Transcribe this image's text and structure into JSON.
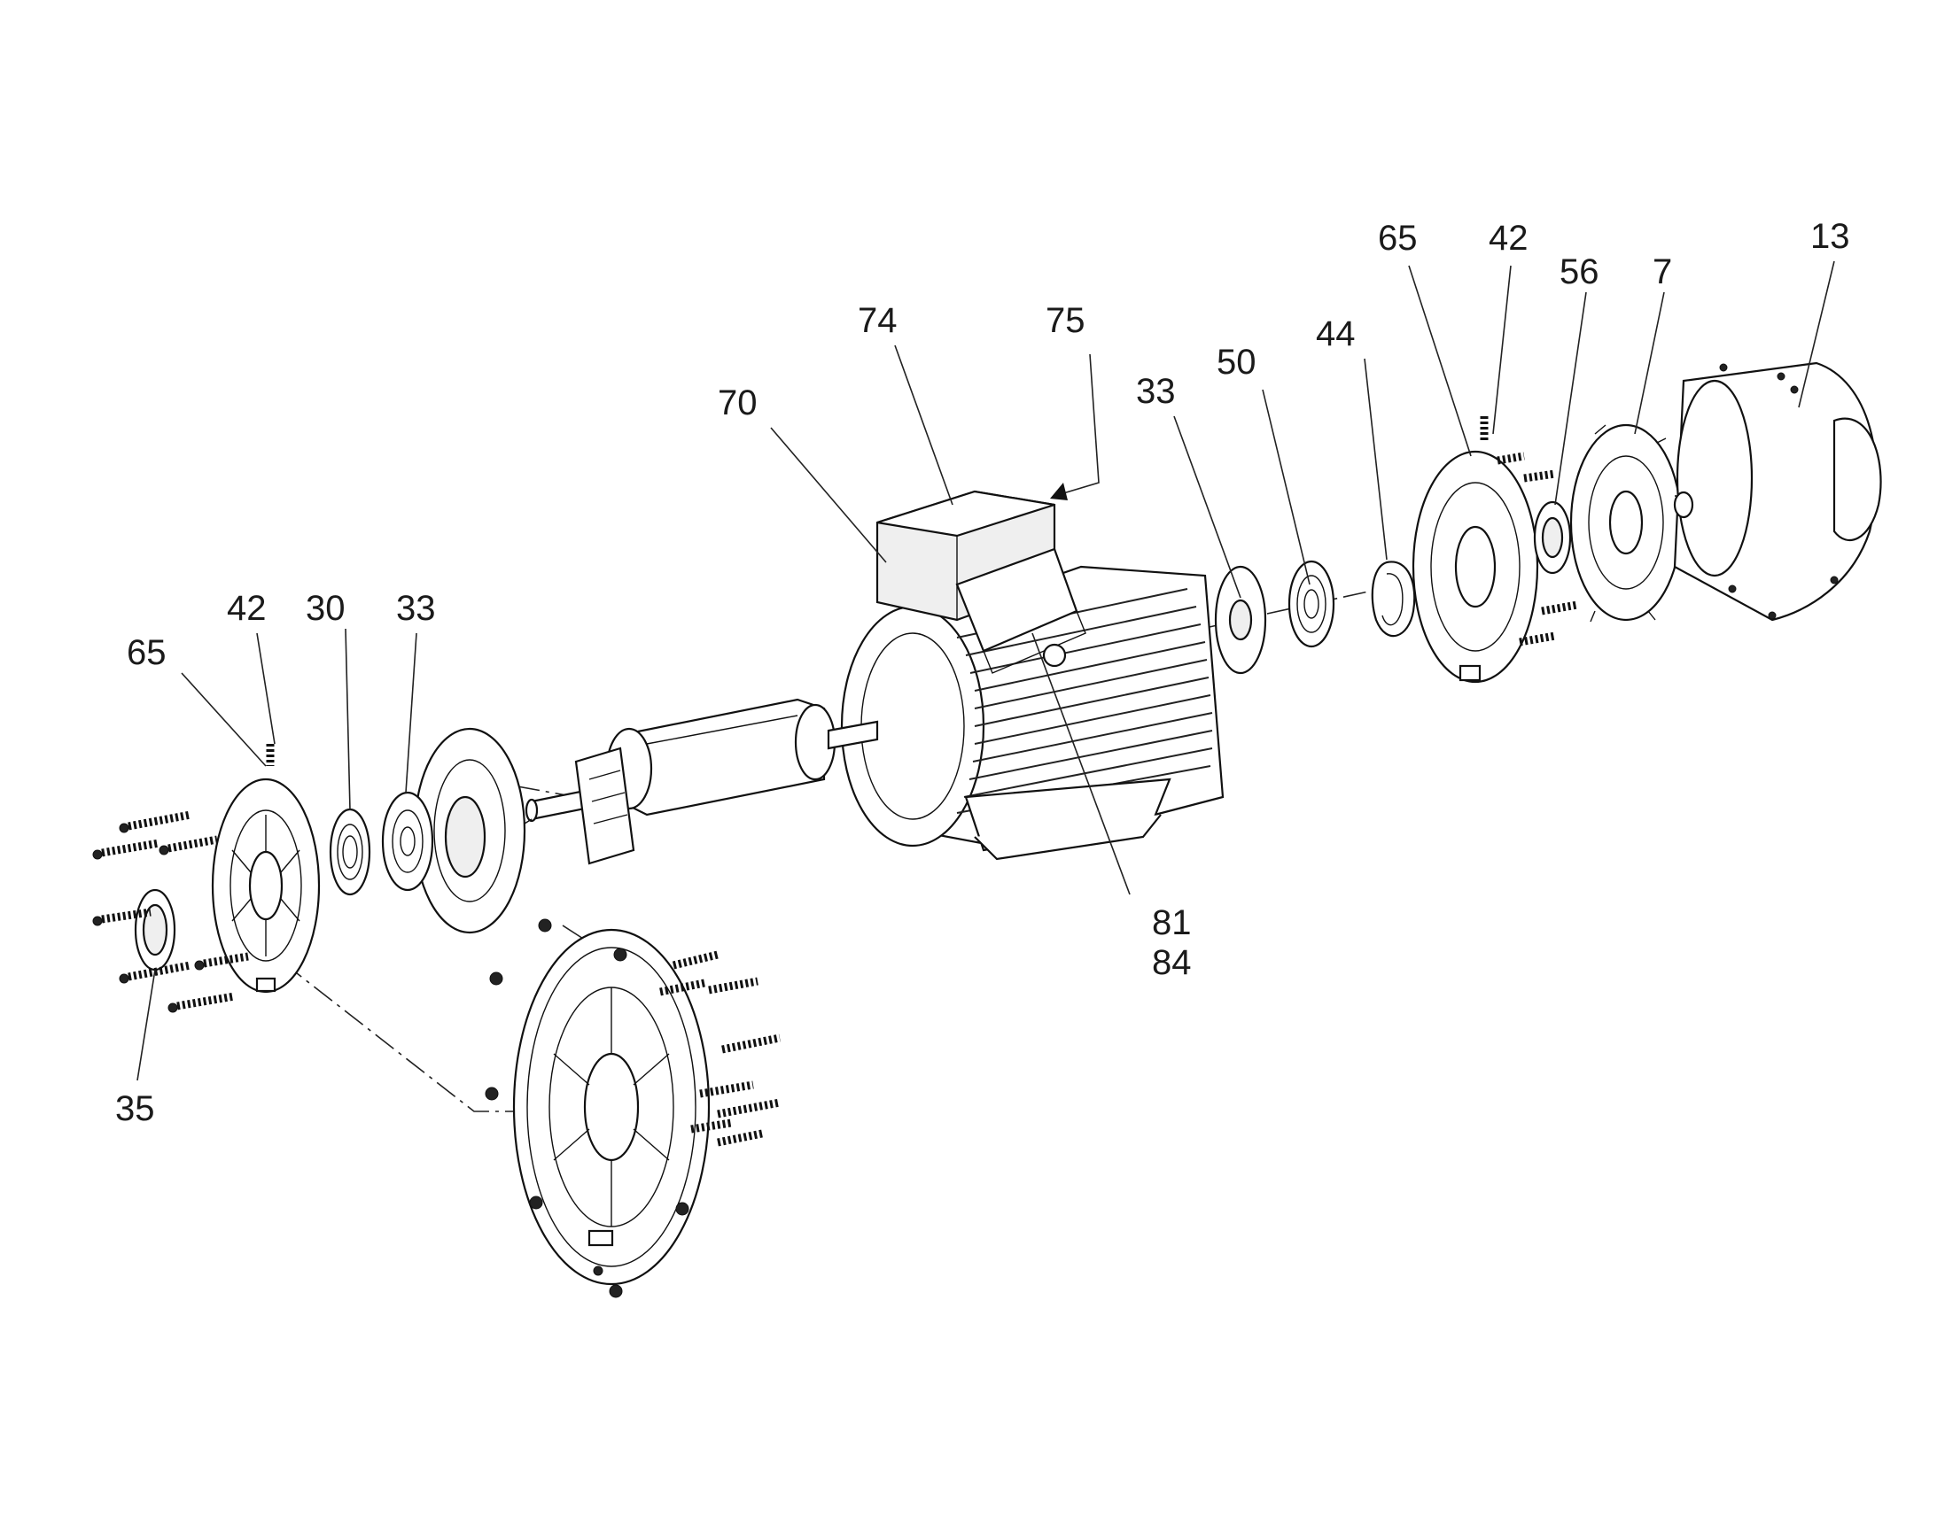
{
  "callouts": [
    {
      "id": "c70",
      "text": "70"
    },
    {
      "id": "c74",
      "text": "74"
    },
    {
      "id": "c75",
      "text": "75"
    },
    {
      "id": "c33r",
      "text": "33"
    },
    {
      "id": "c50",
      "text": "50"
    },
    {
      "id": "c44",
      "text": "44"
    },
    {
      "id": "c65r",
      "text": "65"
    },
    {
      "id": "c42r",
      "text": "42"
    },
    {
      "id": "c56",
      "text": "56"
    },
    {
      "id": "c7",
      "text": "7"
    },
    {
      "id": "c13",
      "text": "13"
    },
    {
      "id": "c42l",
      "text": "42"
    },
    {
      "id": "c30",
      "text": "30"
    },
    {
      "id": "c33l",
      "text": "33"
    },
    {
      "id": "c65l",
      "text": "65"
    },
    {
      "id": "c35",
      "text": "35"
    },
    {
      "id": "c81",
      "text": "81"
    },
    {
      "id": "c84",
      "text": "84"
    }
  ]
}
